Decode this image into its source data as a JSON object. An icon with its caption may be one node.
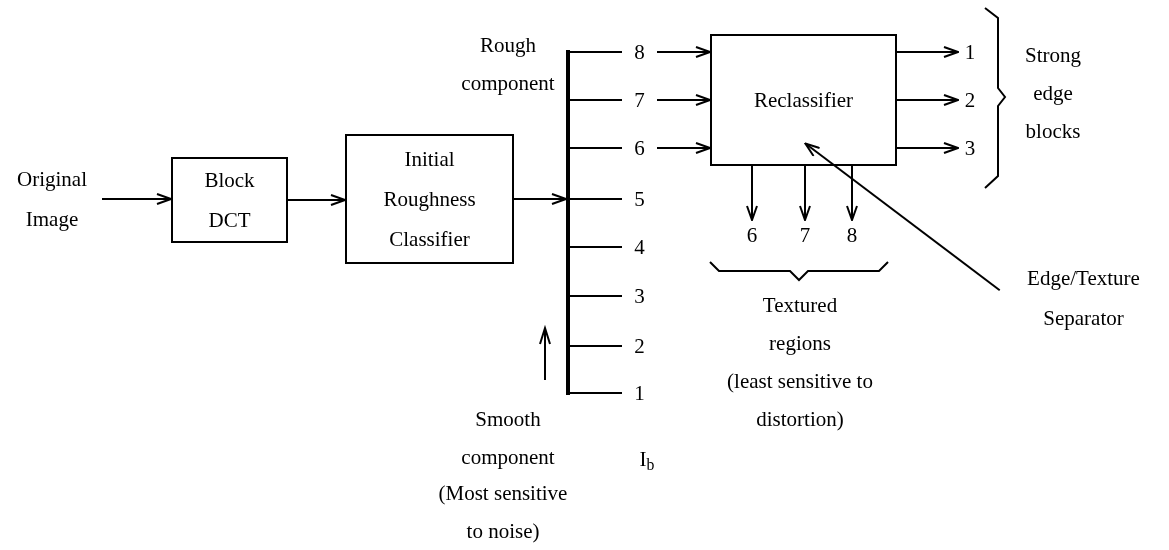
{
  "diagram": {
    "nodes": [
      {
        "text": [
          "Original Image"
        ]
      },
      {
        "text": [
          "Block DCT"
        ]
      },
      {
        "text": [
          "Initial Roughness Classifier"
        ]
      },
      {
        "text": [],
        "shape": "bar"
      },
      {
        "text": [
          "8"
        ]
      },
      {
        "text": [
          "7"
        ]
      },
      {
        "text": [
          "6"
        ]
      },
      {
        "text": [
          "5"
        ]
      },
      {
        "text": [
          "4"
        ]
      },
      {
        "text": [
          "3"
        ]
      },
      {
        "text": [
          "2"
        ]
      },
      {
        "text": [
          "1"
        ]
      },
      {
        "text": [
          "Reclassifier"
        ]
      },
      {
        "text": [
          "1"
        ]
      },
      {
        "text": [
          "2"
        ]
      },
      {
        "text": [
          "3"
        ]
      },
      {
        "text": [
          "6"
        ]
      },
      {
        "text": [
          "7"
        ]
      },
      {
        "text": [
          "8"
        ]
      },
      {
        "text": [
          "Edge/Texture Separator"
        ]
      }
    ],
    "edges": [
      {
        "from": 0,
        "to": 1,
        "arrow": "to"
      },
      {
        "from": 1,
        "to": 2,
        "arrow": "to"
      },
      {
        "from": 2,
        "to": 3,
        "arrow": "to"
      },
      {
        "from": 3,
        "to": 4,
        "arrow": "none"
      },
      {
        "from": 3,
        "to": 5,
        "arrow": "none"
      },
      {
        "from": 3,
        "to": 6,
        "arrow": "none"
      },
      {
        "from": 3,
        "to": 7,
        "arrow": "none"
      },
      {
        "from": 3,
        "to": 8,
        "arrow": "none"
      },
      {
        "from": 3,
        "to": 9,
        "arrow": "none"
      },
      {
        "from": 3,
        "to": 10,
        "arrow": "none"
      },
      {
        "from": 3,
        "to": 11,
        "arrow": "none"
      },
      {
        "from": 4,
        "to": 12,
        "arrow": "to"
      },
      {
        "from": 5,
        "to": 12,
        "arrow": "to"
      },
      {
        "from": 6,
        "to": 12,
        "arrow": "to"
      },
      {
        "from": 12,
        "to": 13,
        "arrow": "to"
      },
      {
        "from": 12,
        "to": 14,
        "arrow": "to"
      },
      {
        "from": 12,
        "to": 15,
        "arrow": "to"
      },
      {
        "from": 12,
        "to": 16,
        "arrow": "to"
      },
      {
        "from": 12,
        "to": 17,
        "arrow": "to"
      },
      {
        "from": 12,
        "to": 18,
        "arrow": "to"
      },
      {
        "from": 19,
        "to": 12,
        "arrow": "to"
      }
    ],
    "labels": [
      "Rough component",
      "Smooth component",
      "(Most sensitive to noise)",
      "I$_{b}$",
      "Strong edge blocks",
      "Textured regions",
      "(least sensitive to distortion)"
    ]
  }
}
